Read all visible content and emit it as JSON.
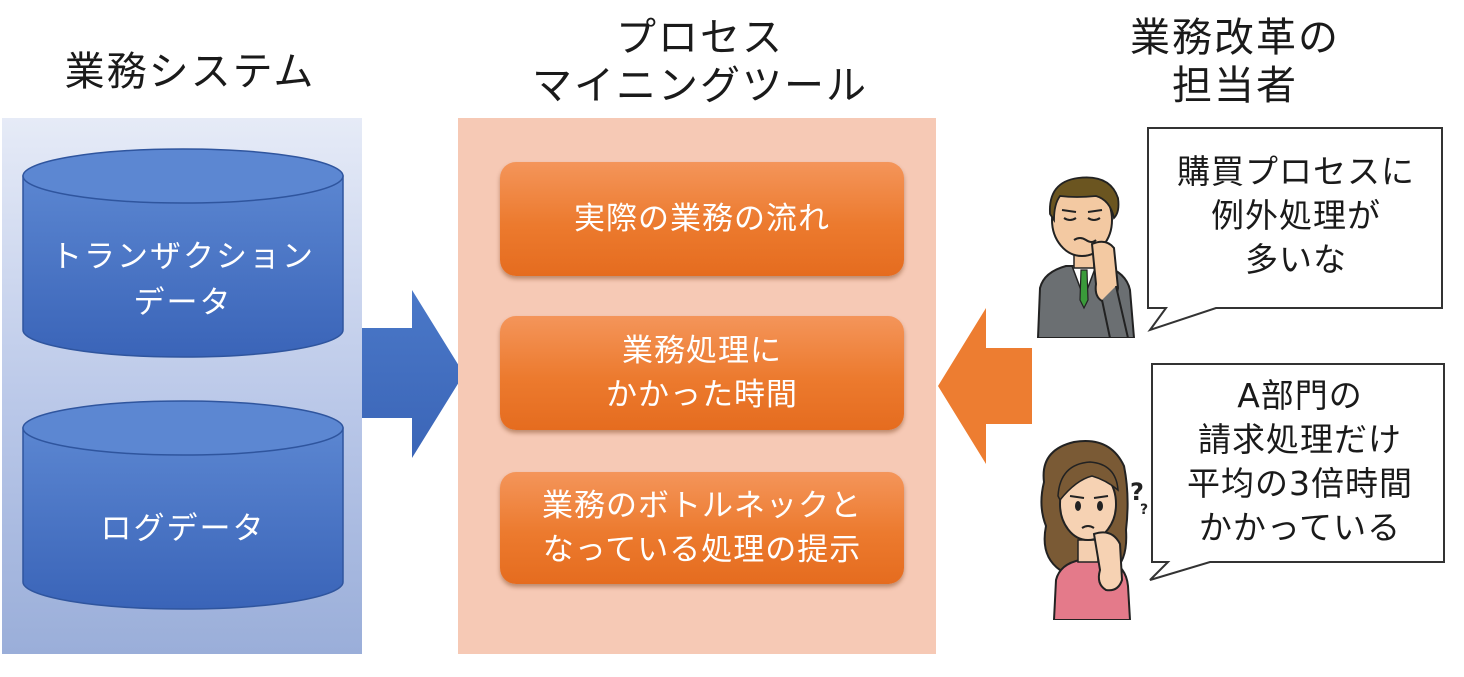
{
  "headings": {
    "system": "業務システム",
    "tool_line1": "プロセス",
    "tool_line2": "マイニングツール",
    "person_line1": "業務改革の",
    "person_line2": "担当者"
  },
  "data_sources": {
    "transaction_line1": "トランザクション",
    "transaction_line2": "データ",
    "log": "ログデータ"
  },
  "tool_outputs": {
    "flow": "実際の業務の流れ",
    "time_line1": "業務処理に",
    "time_line2": "かかった時間",
    "bottleneck_line1": "業務のボトルネックと",
    "bottleneck_line2": "なっている処理の提示"
  },
  "speech": {
    "man_line1": "購買プロセスに",
    "man_line2": "例外処理が",
    "man_line3": "多いな",
    "woman_line1": "A部門の",
    "woman_line2": "請求処理だけ",
    "woman_line3": "平均の3倍時間",
    "woman_line4": "かかっている"
  },
  "colors": {
    "system_panel": "#b9c7e8",
    "cylinder": "#4472c4",
    "tool_panel": "#f6c9b5",
    "tool_box": "#ed7d31",
    "arrow_blue": "#4472c4",
    "arrow_orange": "#ed7d31"
  }
}
